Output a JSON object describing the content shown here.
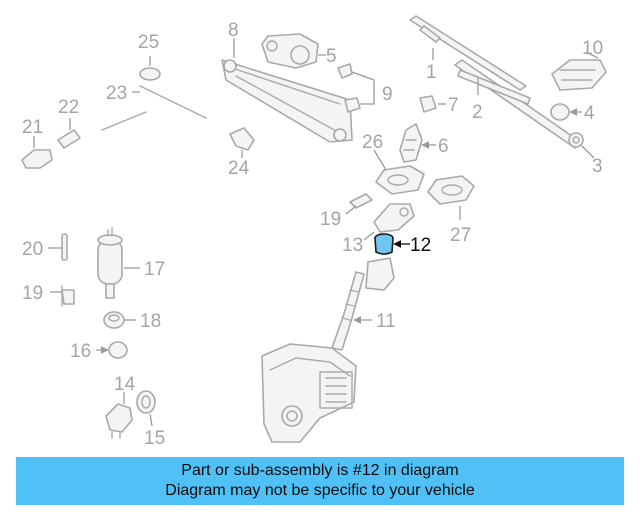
{
  "diagram": {
    "highlighted_part": "12",
    "callouts": [
      "1",
      "2",
      "3",
      "4",
      "5",
      "6",
      "7",
      "8",
      "9",
      "10",
      "11",
      "12",
      "13",
      "14",
      "15",
      "16",
      "17",
      "18",
      "19",
      "19",
      "20",
      "21",
      "22",
      "23",
      "24",
      "25",
      "26",
      "27"
    ]
  },
  "banner": {
    "line1": "Part or sub-assembly is #12 in diagram",
    "line2": "Diagram may not be specific to your vehicle"
  },
  "colors": {
    "banner_bg": "#4fc1f7",
    "highlight_fill": "#6ec6f0",
    "part_stroke": "#a9a9a9"
  }
}
